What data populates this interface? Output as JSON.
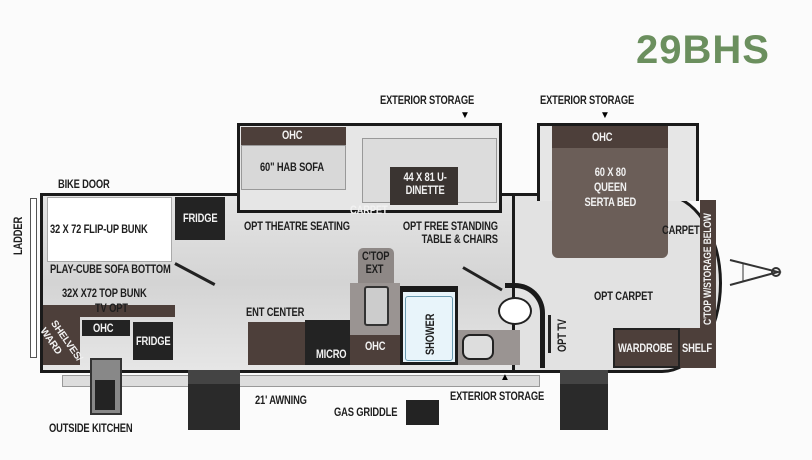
{
  "model": "29BHS",
  "colors": {
    "model_title": "#6b8f5e",
    "cabinet": "#4d3f3a",
    "wall": "#1a1a1a",
    "floor": "#dcdcdc"
  },
  "labels": {
    "exterior_storage_top_left": "EXTERIOR STORAGE",
    "exterior_storage_top_right": "EXTERIOR STORAGE",
    "exterior_storage_bottom": "EXTERIOR STORAGE",
    "ladder": "LADDER",
    "bike_door": "BIKE DOOR",
    "flip_up_bunk": "32 X 72 FLIP-UP BUNK",
    "fridge_main": "FRIDGE",
    "play_cube": "PLAY-CUBE SOFA BOTTOM",
    "top_bunk": "32X X72 TOP BUNK",
    "tv_opt": "TV OPT",
    "shelves_ward": "SHELVES/ WARD",
    "ohc_bunk": "OHC",
    "fridge_bunk": "FRIDGE",
    "outside_kitchen": "OUTSIDE KITCHEN",
    "ohc_slide": "OHC",
    "hab_sofa": "60\" HAB SOFA",
    "u_dinette": "44 X 81 U-DINETTE",
    "carpet_slide": "CARPET",
    "theatre_seating": "OPT THEATRE SEATING",
    "free_standing": "OPT FREE STANDING TABLE & CHAIRS",
    "ctop_ext": "C'TOP EXT",
    "ent_center": "ENT CENTER",
    "micro": "MICRO",
    "ohc_kitchen": "OHC",
    "shower": "SHOWER",
    "awning": "21' AWNING",
    "gas_griddle": "GAS GRIDDLE",
    "ohc_bed": "OHC",
    "bed": "60 X 80 QUEEN SERTA BED",
    "carpet_bed": "CARPET",
    "opt_carpet": "OPT CARPET",
    "opt_tv": "OPT TV",
    "ctop_storage": "C'TOP W/STORAGE BELOW",
    "wardrobe": "WARDROBE",
    "shelf": "SHELF"
  }
}
